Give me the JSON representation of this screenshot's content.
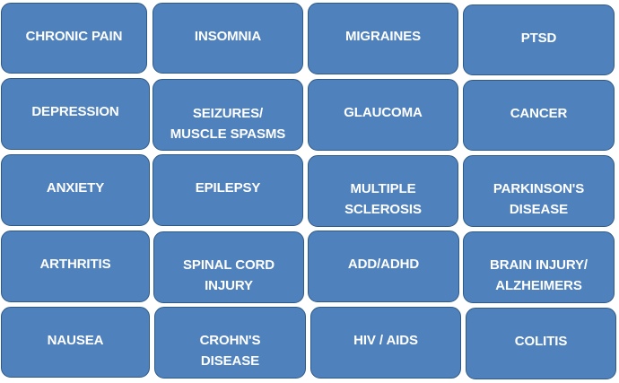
{
  "tiles": [
    "CHRONIC PAIN",
    "INSOMNIA",
    "MIGRAINES",
    "PTSD",
    "DEPRESSION",
    "SEIZURES/\nMUSCLE SPASMS",
    "GLAUCOMA",
    "CANCER",
    "ANXIETY",
    "EPILEPSY",
    "MULTIPLE\nSCLEROSIS",
    "PARKINSON'S\nDISEASE",
    "ARTHRITIS",
    "SPINAL CORD\nINJURY",
    "ADD/ADHD",
    "BRAIN INJURY/\nALZHEIMERS",
    "NAUSEA",
    "CROHN'S\nDISEASE",
    "HIV / AIDS",
    "COLITIS"
  ],
  "colors": {
    "tile_fill": "#4f81bd",
    "tile_border": "#2e5a87",
    "text": "#ffffff"
  }
}
